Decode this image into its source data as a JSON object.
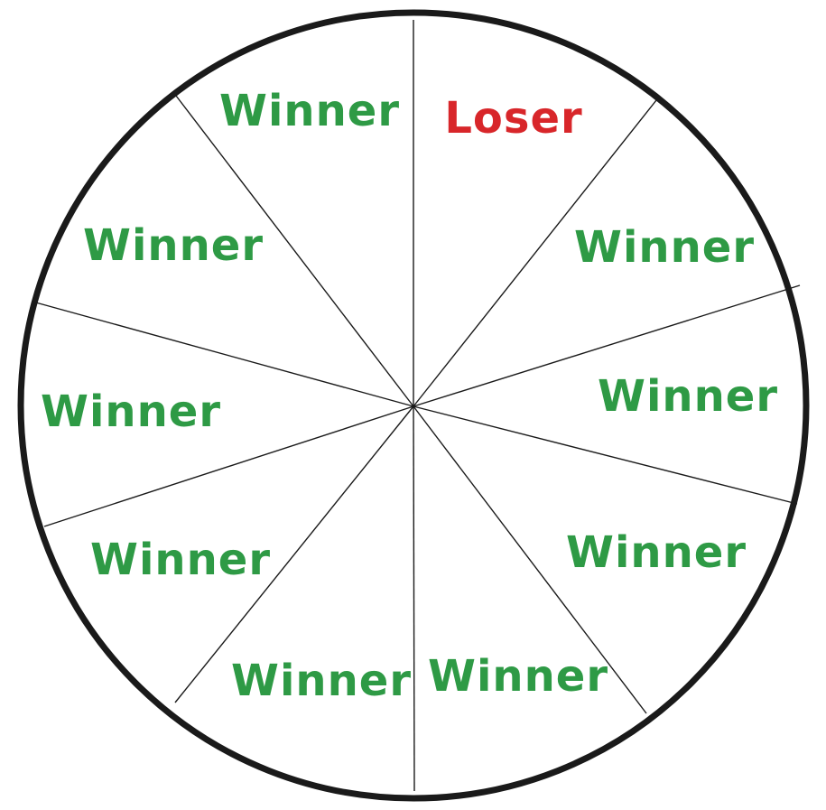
{
  "wheel": {
    "colors": {
      "rim": "#1a1a1a",
      "divider": "#1a1a1a",
      "winner": "#2e9a45",
      "loser": "#d8262a",
      "background": "#ffffff"
    },
    "segments": [
      {
        "label": "Loser",
        "result": "loser"
      },
      {
        "label": "Winner",
        "result": "winner"
      },
      {
        "label": "Winner",
        "result": "winner"
      },
      {
        "label": "Winner",
        "result": "winner"
      },
      {
        "label": "Winner",
        "result": "winner"
      },
      {
        "label": "Winner",
        "result": "winner"
      },
      {
        "label": "Winner",
        "result": "winner"
      },
      {
        "label": "Winner",
        "result": "winner"
      },
      {
        "label": "Winner",
        "result": "winner"
      },
      {
        "label": "Winner",
        "result": "winner"
      }
    ]
  }
}
